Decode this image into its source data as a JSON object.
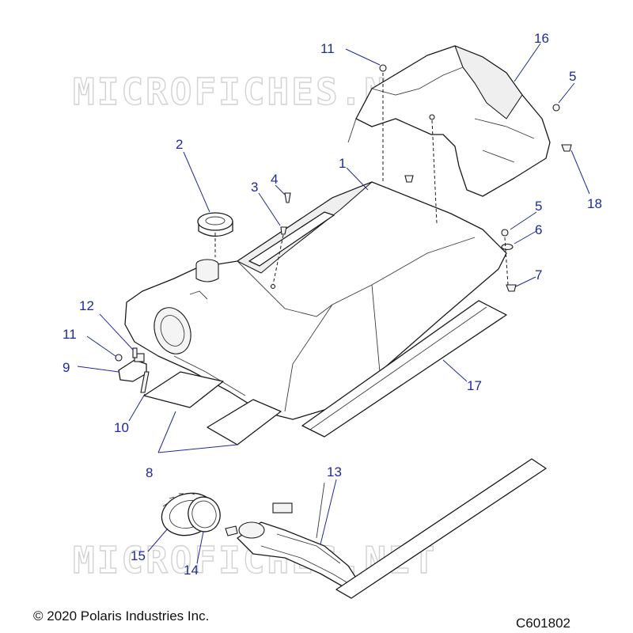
{
  "watermark": {
    "text": "MICROFICHES.NET"
  },
  "callouts": [
    {
      "id": "c1",
      "label": "1"
    },
    {
      "id": "c2",
      "label": "2"
    },
    {
      "id": "c3",
      "label": "3"
    },
    {
      "id": "c4",
      "label": "4"
    },
    {
      "id": "c5a",
      "label": "5"
    },
    {
      "id": "c5b",
      "label": "5"
    },
    {
      "id": "c6",
      "label": "6"
    },
    {
      "id": "c7",
      "label": "7"
    },
    {
      "id": "c8",
      "label": "8"
    },
    {
      "id": "c9",
      "label": "9"
    },
    {
      "id": "c10",
      "label": "10"
    },
    {
      "id": "c11a",
      "label": "11"
    },
    {
      "id": "c11b",
      "label": "11"
    },
    {
      "id": "c12",
      "label": "12"
    },
    {
      "id": "c13",
      "label": "13"
    },
    {
      "id": "c14",
      "label": "14"
    },
    {
      "id": "c15",
      "label": "15"
    },
    {
      "id": "c16",
      "label": "16"
    },
    {
      "id": "c17",
      "label": "17"
    },
    {
      "id": "c18",
      "label": "18"
    }
  ],
  "footer": {
    "copyright": "© 2020 Polaris Industries Inc.",
    "diagram_id": "C601802"
  }
}
